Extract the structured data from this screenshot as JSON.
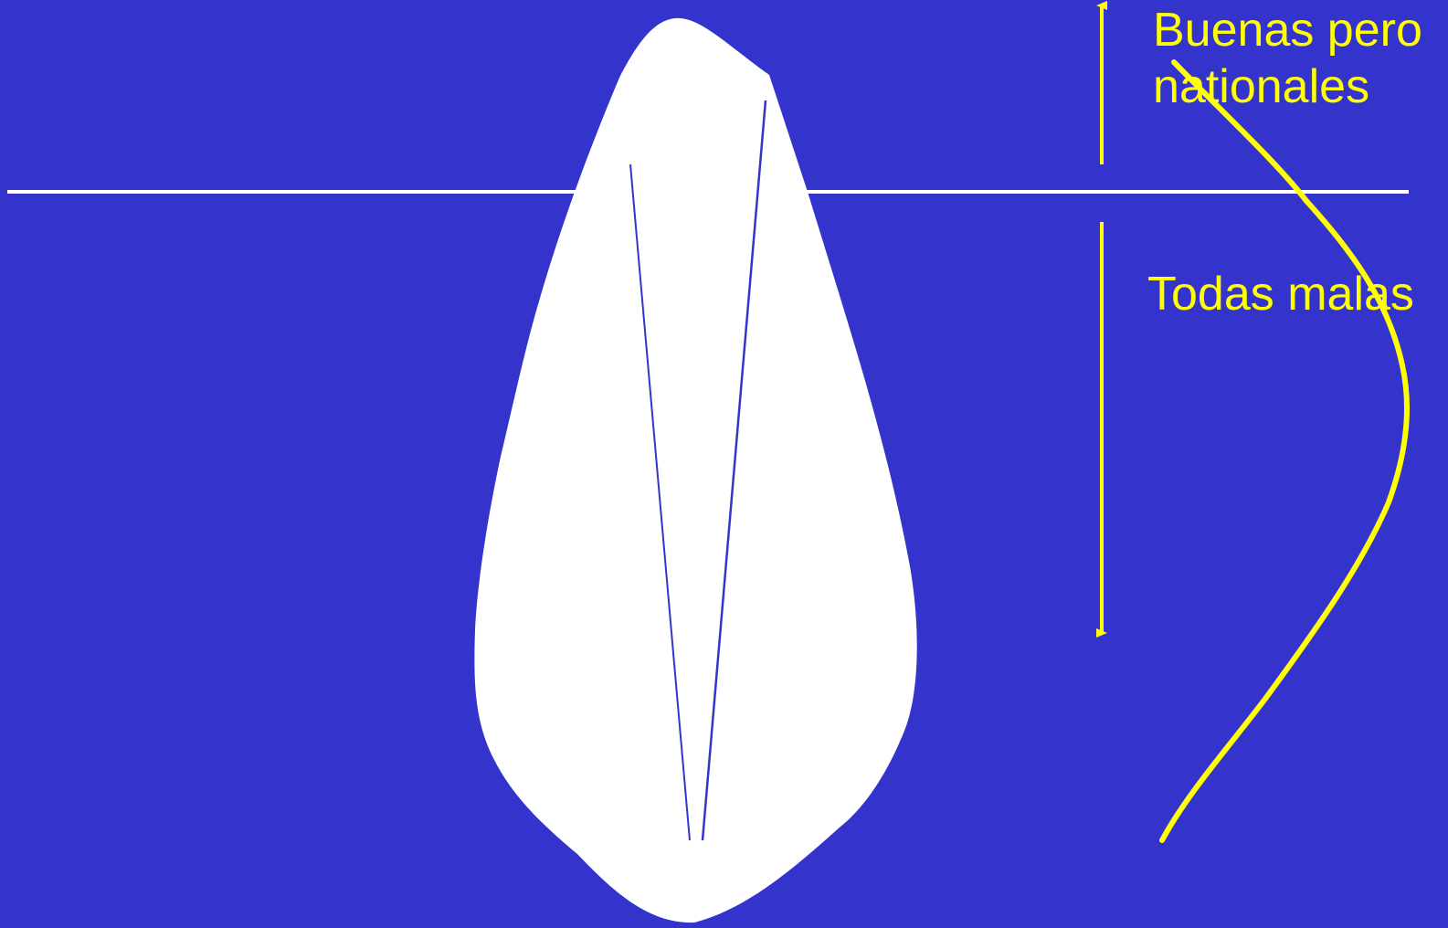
{
  "slide": {
    "background_color": "#3434cc",
    "labels": {
      "top_line1": "Buenas pero",
      "top_line2": "nationales",
      "bottom": "Todas malas"
    }
  },
  "colors": {
    "shape": "#ffffff",
    "divider": "#ffffff",
    "annotation": "#ffff00"
  }
}
